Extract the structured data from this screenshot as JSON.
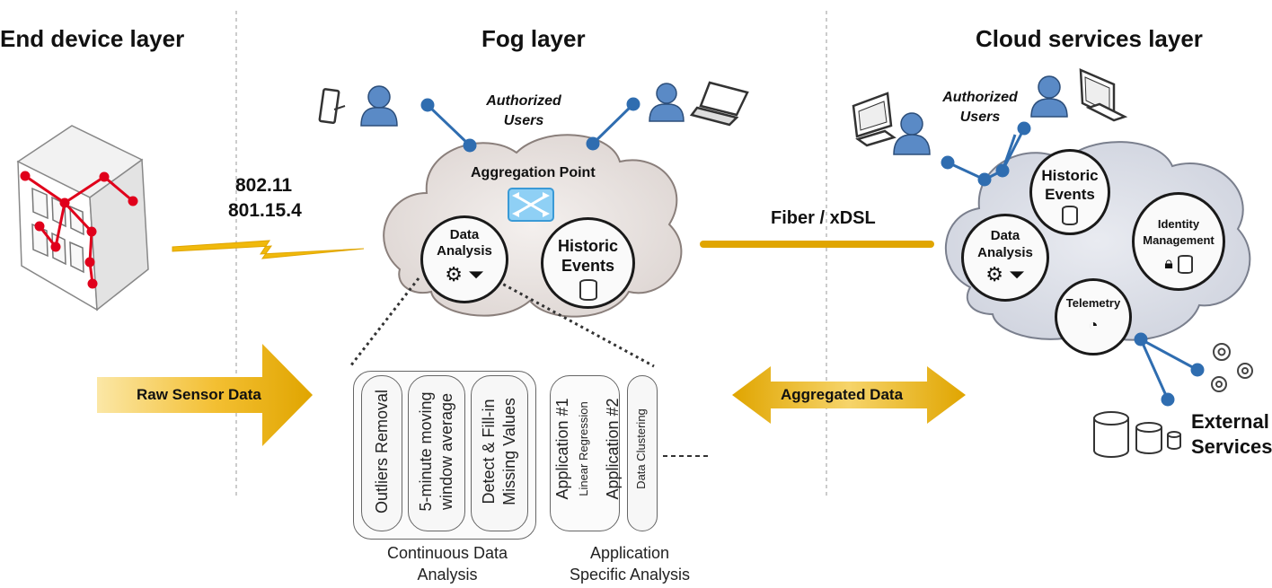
{
  "layers": {
    "end_device": "End device layer",
    "fog": "Fog layer",
    "cloud": "Cloud services layer"
  },
  "protocols": {
    "line1": "802.11",
    "line2": "801.15.4"
  },
  "fog": {
    "authorized_users": [
      "Authorized",
      "Users"
    ],
    "aggregation_point": "Aggregation Point",
    "data_analysis": [
      "Data",
      "Analysis"
    ],
    "historic_events": [
      "Historic",
      "Events"
    ]
  },
  "link": {
    "fiber": "Fiber / xDSL"
  },
  "arrows": {
    "raw": "Raw Sensor Data",
    "aggregated": "Aggregated Data"
  },
  "continuous": {
    "items": [
      "Outliers Removal",
      "5-minute moving",
      "window average",
      "Detect & Fill-in",
      "Missing Values"
    ],
    "caption": [
      "Continuous Data",
      "Analysis"
    ]
  },
  "application": {
    "items": [
      "Application #1",
      "Linear Regression",
      "Application #2",
      "Data Clustering"
    ],
    "caption": [
      "Application",
      "Specific Analysis"
    ]
  },
  "cloud": {
    "authorized_users": [
      "Authorized",
      "Users"
    ],
    "historic_events": [
      "Historic",
      "Events"
    ],
    "data_analysis": [
      "Data",
      "Analysis"
    ],
    "identity_management": [
      "Identity",
      "Management"
    ],
    "telemetry": "Telemetry"
  },
  "external_services": [
    "External",
    "Services"
  ],
  "colors": {
    "accent_gold": "#e0a500",
    "node_blue": "#2f6db0",
    "sensor_red": "#e0001b",
    "cloud_fog": "#e9e3e0",
    "cloud_cloud": "#d9dde6"
  },
  "icons": [
    "building-icon",
    "phone-icon",
    "user-icon",
    "laptop-icon",
    "monitor-icon",
    "switch-icon",
    "gear-icon",
    "filter-icon",
    "database-icon",
    "lock-icon",
    "gauge-icon"
  ]
}
